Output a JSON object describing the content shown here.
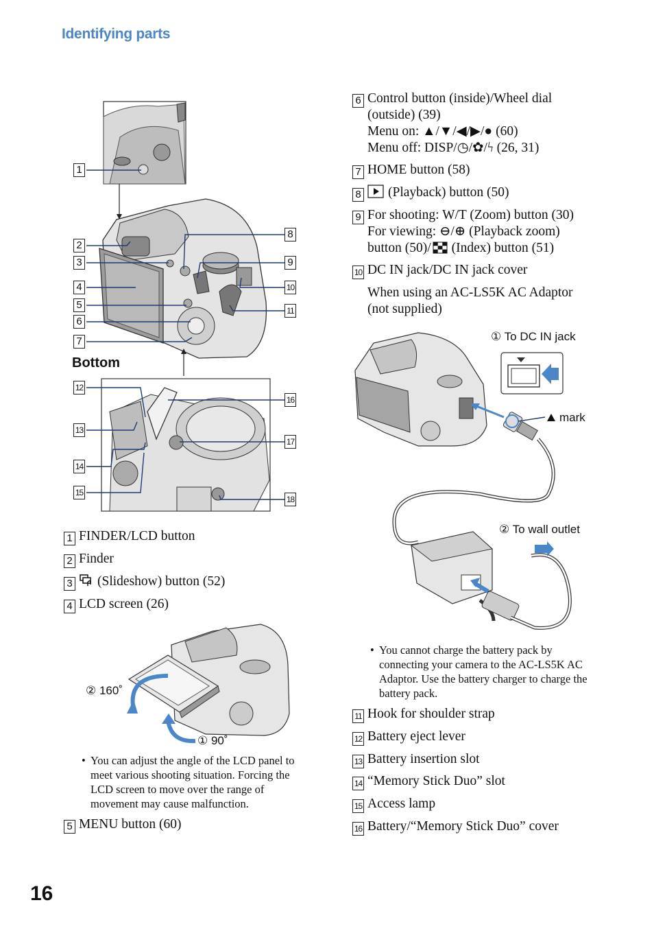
{
  "header": {
    "section_title": "Identifying parts"
  },
  "page_number": "16",
  "diagram": {
    "bottom_label": "Bottom",
    "callouts": [
      "1",
      "2",
      "3",
      "4",
      "5",
      "6",
      "7",
      "8",
      "9",
      "10",
      "11",
      "12",
      "13",
      "14",
      "15",
      "16",
      "17",
      "18"
    ],
    "lcd_angle_1": "90˚",
    "lcd_angle_2": "160˚",
    "ac_adaptor_label_1": "To DC IN jack",
    "ac_adaptor_label_2": "To wall outlet",
    "mark_label": "mark"
  },
  "left_items": [
    {
      "num": "1",
      "text": "FINDER/LCD button"
    },
    {
      "num": "2",
      "text": "Finder"
    },
    {
      "num": "3",
      "text": "(Slideshow) button (52)"
    },
    {
      "num": "4",
      "text": "LCD screen (26)"
    },
    {
      "num": "5",
      "text": "MENU button (60)"
    }
  ],
  "lcd_note": "You can adjust the angle of the LCD panel to meet various shooting situation. Forcing the LCD screen to move over the range of movement may cause malfunction.",
  "right_items": {
    "item6": {
      "num": "6",
      "line1": "Control button (inside)/Wheel dial",
      "line2": "(outside) (39)",
      "line3_prefix": "Menu on:",
      "line3_suffix": "(60)",
      "line4_prefix": "Menu off: DISP/",
      "line4_suffix": "(26, 31)"
    },
    "item7": {
      "num": "7",
      "text": "HOME button (58)"
    },
    "item8": {
      "num": "8",
      "text": "(Playback) button (50)"
    },
    "item9": {
      "num": "9",
      "line1": "For shooting: W/T (Zoom) button (30)",
      "line2_prefix": "For viewing:",
      "line2_suffix": "(Playback zoom)",
      "line3_prefix": "button (50)/",
      "line3_suffix": "(Index) button (51)"
    },
    "item10": {
      "num": "10",
      "line1": "DC IN jack/DC IN jack cover",
      "line2": "When using an AC-LS5K AC Adaptor",
      "line3": "(not supplied)"
    },
    "item11": {
      "num": "11",
      "text": "Hook for shoulder strap"
    },
    "item12": {
      "num": "12",
      "text": "Battery eject lever"
    },
    "item13": {
      "num": "13",
      "text": "Battery insertion slot"
    },
    "item14": {
      "num": "14",
      "text": "“Memory Stick Duo” slot"
    },
    "item15": {
      "num": "15",
      "text": "Access lamp"
    },
    "item16": {
      "num": "16",
      "text": "Battery/“Memory Stick Duo” cover"
    }
  },
  "ac_note": "You cannot charge the battery pack by connecting your camera to the AC-LS5K AC Adaptor. Use the battery charger to charge the battery pack.",
  "colors": {
    "accent": "#4a86c8",
    "callout_line": "#1e3a70"
  }
}
